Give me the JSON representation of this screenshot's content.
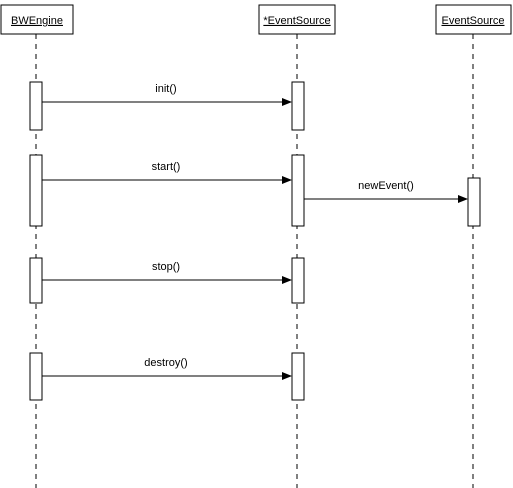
{
  "diagram_type": "sequence",
  "participants": [
    {
      "id": "bwengine",
      "name": "BWEngine"
    },
    {
      "id": "eventsource_star",
      "name": "*EventSource"
    },
    {
      "id": "eventsource",
      "name": "EventSource"
    }
  ],
  "messages": [
    {
      "label": "init()",
      "from": "bwengine",
      "to": "eventsource_star"
    },
    {
      "label": "start()",
      "from": "bwengine",
      "to": "eventsource_star"
    },
    {
      "label": "newEvent()",
      "from": "eventsource_star",
      "to": "eventsource"
    },
    {
      "label": "stop()",
      "from": "bwengine",
      "to": "eventsource_star"
    },
    {
      "label": "destroy()",
      "from": "bwengine",
      "to": "eventsource_star"
    }
  ],
  "colors": {
    "line": "#000000",
    "box_fill": "#ffffff"
  }
}
